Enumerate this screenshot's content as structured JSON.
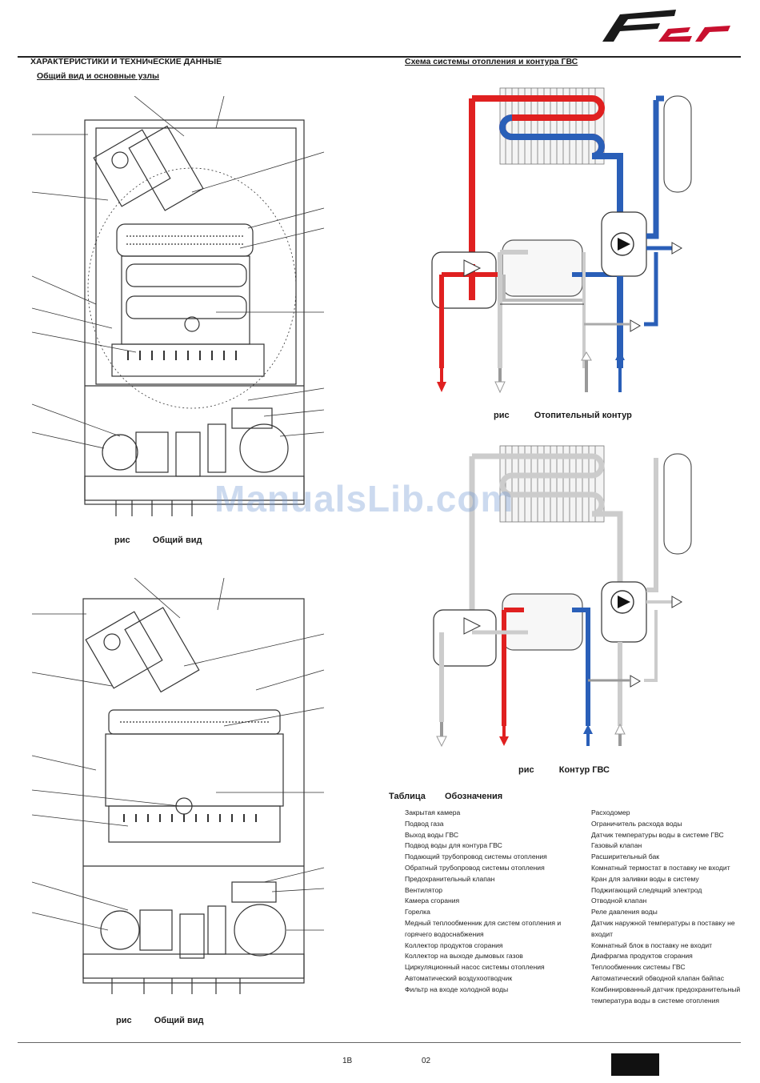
{
  "brand": {
    "logo_text": "Fer",
    "logo_color": "#c8102e"
  },
  "left_column": {
    "section_title": "ХАРАКТЕРИСТИКИ И ТЕХНИчЕСКИЕ ДАННЫЕ",
    "subsection_title": "Общий вид и основные узлы",
    "figure1": {
      "caption_prefix": "рис",
      "caption_text": "Общий вид"
    },
    "figure2": {
      "caption_prefix": "рис",
      "caption_text": "Общий вид"
    }
  },
  "right_column": {
    "section_title": "Схема  системы отопления и контура ГВС",
    "heating_diagram": {
      "caption_prefix": "рис",
      "caption_text": "Отопительный контур"
    },
    "dhw_diagram": {
      "caption_prefix": "рис",
      "caption_text": "Контур ГВС"
    }
  },
  "legend": {
    "title_prefix": "Таблица",
    "title_text": "Обозначения",
    "left_items": [
      "Закрытая камера",
      "Подвод газа",
      "Выход воды ГВС",
      "Подвод воды для контура ГВС",
      "Подающий трубопровод системы отопления",
      "Обратный трубопровод системы отопления",
      "Предохранительный клапан",
      "Вентилятор",
      "Камера сгорания",
      "Горелка",
      "Медный теплообменник для систем отопления и горячего водоснабжения",
      "Коллектор продуктов сгорания",
      "Коллектор на выходе дымовых газов",
      "Циркуляционный насос системы отопления",
      "Автоматический воздухоотводчик",
      "Фильтр на входе холодной воды"
    ],
    "right_items": [
      "Расходомер",
      "Ограничитель расхода воды",
      "Датчик температуры воды в системе ГВС",
      "Газовый клапан",
      "Расширительный бак",
      "Комнатный термостат  в поставку не входит",
      "Кран для заливки воды в систему",
      "Поджигающий следящий электрод",
      "Отводной клапан",
      "Реле давления воды",
      "Датчик наружной температуры  в поставку не входит",
      "Комнатный блок  в поставку не входит",
      "Диафрагма продуктов сгорания",
      "Теплообменник системы ГВС",
      "Автоматический обводной клапан  байпас",
      "Комбинированный датчик  предохранительный    температура воды в системе отопления"
    ]
  },
  "footer": {
    "page_left": "1В",
    "page_right": "02"
  },
  "watermark": "ManualsLib.com",
  "colors": {
    "hot": "#e02020",
    "cold": "#2a5fb8",
    "line": "#333333"
  }
}
